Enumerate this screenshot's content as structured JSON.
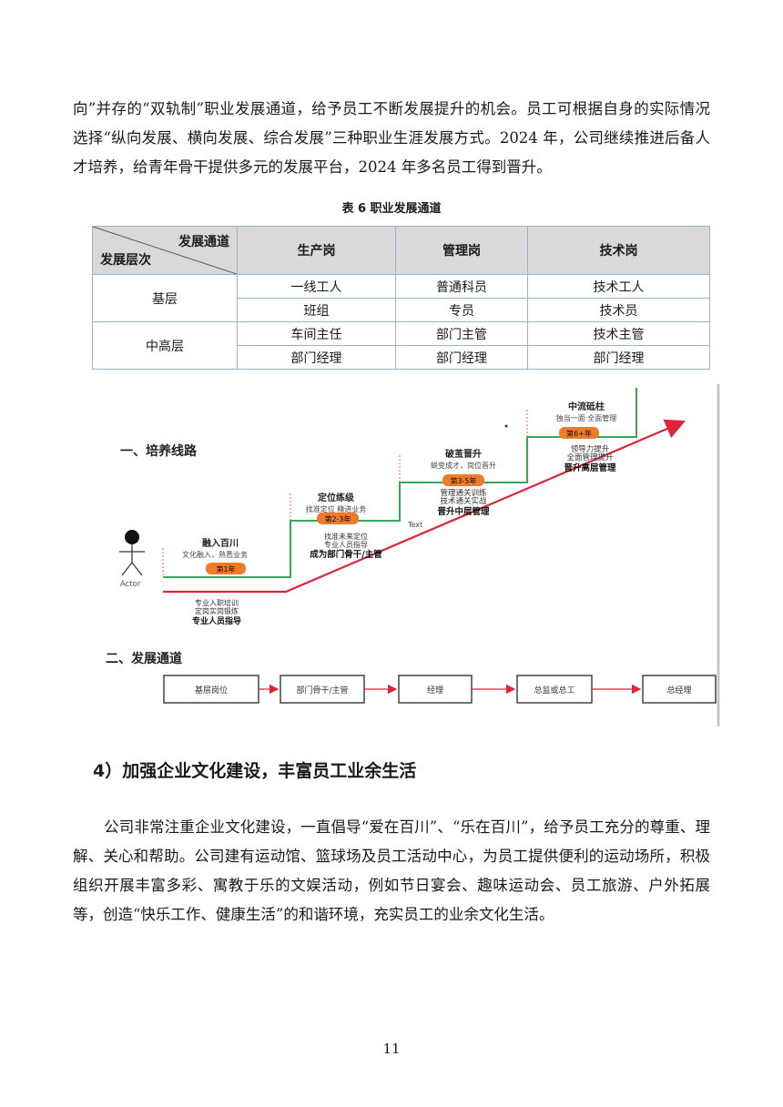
{
  "intro_paragraph": "向”并存的“双轨制”职业发展通道，给予员工不断发展提升的机会。员工可根据自身的实际情况选择“纵向发展、横向发展、综合发展”三种职业生涯发展方式。2024 年，公司继续推进后备人才培养，给青年骨干提供多元的发展平台，2024 年多名员工得到晋升。",
  "table": {
    "caption": "表 6  职业发展通道",
    "header_channel": "发展通道",
    "header_level": "发展层次",
    "columns": [
      "生产岗",
      "管理岗",
      "技术岗"
    ],
    "groups": [
      {
        "level": "基层",
        "rows": [
          [
            "一线工人",
            "普通科员",
            "技术工人"
          ],
          [
            "班组",
            "专员",
            "技术员"
          ]
        ]
      },
      {
        "level": "中高层",
        "rows": [
          [
            "车间主任",
            "部门主管",
            "技术主管"
          ],
          [
            "部门经理",
            "部门经理",
            "部门经理"
          ]
        ]
      }
    ]
  },
  "diagram": {
    "section1_title": "一、培养线路",
    "section2_title": "二、发展通道",
    "actor_label": "Actor",
    "text_label": "Text",
    "stages": [
      {
        "title": "融入百川",
        "subtitle": "文化融入，熟悉业务",
        "badge": "第1年"
      },
      {
        "title": "定位练级",
        "subtitle": "找准定位 精进业务",
        "badge": "第2-3年"
      },
      {
        "title": "破茧晋升",
        "subtitle": "蜕变成才，岗位晋升",
        "badge": "第3-5年"
      },
      {
        "title": "中流砥柱",
        "subtitle": "独当一面 全面管理",
        "badge": "第6+年"
      }
    ],
    "stage_notes": [
      {
        "lines": [
          "专业入职培训",
          "定岗实岗锻炼"
        ],
        "bold": "专业人员指导"
      },
      {
        "lines": [
          "找准未来定位",
          "专业人员指导"
        ],
        "bold": "成为部门骨干/主管"
      },
      {
        "lines": [
          "管理通关训练",
          "技术通关实战"
        ],
        "bold": "晋升中层管理"
      },
      {
        "lines": [
          "领导力提升",
          "全面管理提升"
        ],
        "bold": "晋升高层管理"
      }
    ],
    "channel_boxes": [
      "基层岗位",
      "部门骨干/主管",
      "经理",
      "总监或总工",
      "总经理"
    ]
  },
  "section_heading": "4）加强企业文化建设，丰富员工业余生活",
  "culture_paragraph": "公司非常注重企业文化建设，一直倡导“爱在百川”、“乐在百川”，给予员工充分的尊重、理解、关心和帮助。公司建有运动馆、篮球场及员工活动中心，为员工提供便利的运动场所，积极组织开展丰富多彩、寓教于乐的文娱活动，例如节日宴会、趣味运动会、员工旅游、户外拓展等，创造“快乐工作、健康生活”的和谐环境，充实员工的业余文化生活。",
  "page_number": "11",
  "colors": {
    "stair_green": "#3aa65a",
    "arrow_red": "#d9263a",
    "badge_orange": "#f07a2a",
    "table_header_bg": "#d9d9d9",
    "table_border": "#9ab3c9"
  }
}
